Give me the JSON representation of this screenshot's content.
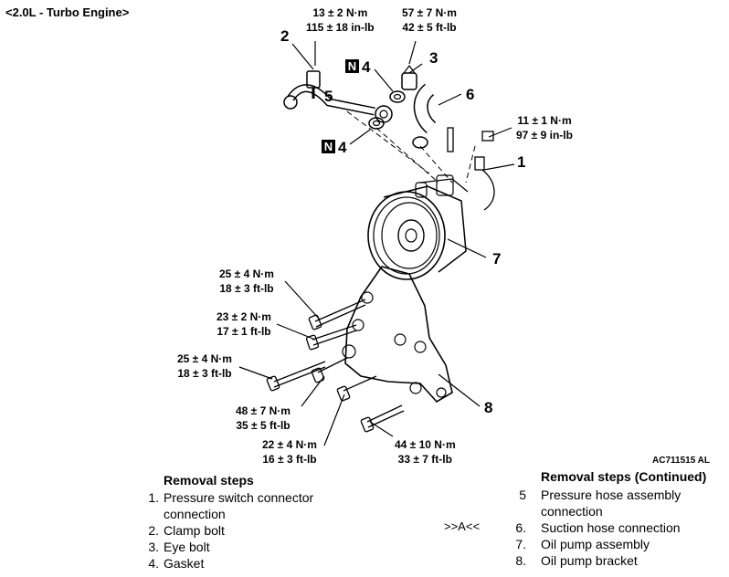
{
  "header": "<2.0L - Turbo Engine>",
  "torques": {
    "t1a": "13 ± 2 N·m",
    "t1b": "115 ± 18 in-lb",
    "t2a": "57 ± 7 N·m",
    "t2b": "42 ± 5 ft-lb",
    "t3a": "11 ± 1 N·m",
    "t3b": "97 ± 9 in-lb",
    "t4a": "25 ± 4 N·m",
    "t4b": "18 ± 3 ft-lb",
    "t5a": "23 ± 2 N·m",
    "t5b": "17 ± 1 ft-lb",
    "t6a": "25 ± 4 N·m",
    "t6b": "18 ± 3 ft-lb",
    "t7a": "48 ± 7 N·m",
    "t7b": "35 ± 5 ft-lb",
    "t8a": "22 ± 4 N·m",
    "t8b": "16 ± 3 ft-lb",
    "t9a": "44 ± 10 N·m",
    "t9b": "33 ± 7 ft-lb"
  },
  "callouts": {
    "c1": "1",
    "c2": "2",
    "c3": "3",
    "c4a": "4",
    "c4b": "4",
    "c5": "5",
    "c6": "6",
    "c7": "7",
    "c8": "8",
    "n_mark": "N"
  },
  "figure_code": "AC711515 AL",
  "left_steps": {
    "title": "Removal steps",
    "items": [
      {
        "num": "1.",
        "line1": "Pressure switch connector",
        "line2": "connection"
      },
      {
        "num": "2.",
        "line1": "Clamp bolt"
      },
      {
        "num": "3.",
        "line1": "Eye bolt"
      },
      {
        "num": "4.",
        "line1": "Gasket"
      }
    ]
  },
  "right_steps": {
    "title": "Removal steps (Continued)",
    "items": [
      {
        "num": "5",
        "line1": "Pressure hose assembly",
        "line2": "connection"
      },
      {
        "num": "6.",
        "line1": "Suction hose connection"
      },
      {
        "num": "7.",
        "line1": "Oil pump assembly"
      },
      {
        "num": "8.",
        "line1": "Oil pump bracket"
      }
    ]
  },
  "service_point": ">>A<<"
}
